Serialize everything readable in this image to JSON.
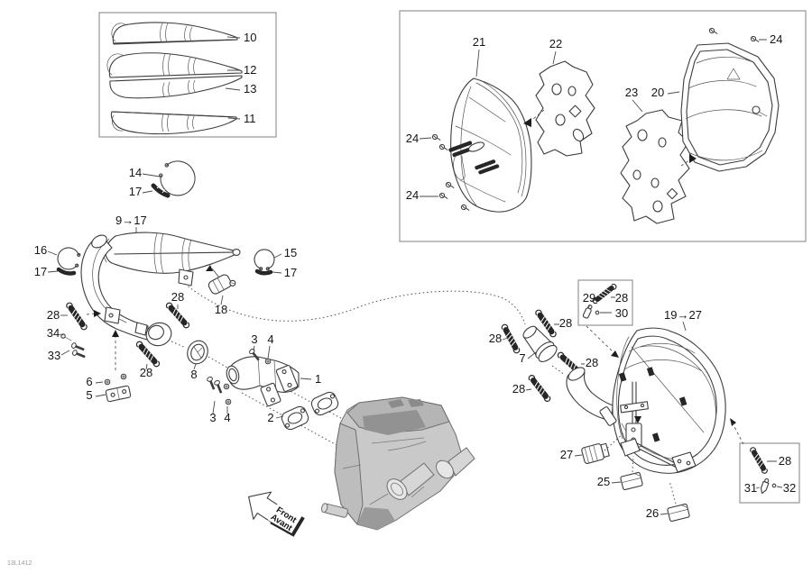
{
  "page": {
    "background": "#ffffff",
    "ink": "#3c3c3c",
    "hardware_dark": "#262626",
    "engine_gray": "#c9c9c9"
  },
  "figure": {
    "doc_code": "13L1412",
    "front_arrow": {
      "line1": "Front",
      "line2": "Avant"
    }
  },
  "callouts": [
    {
      "part": "muffler-half-top",
      "text": "10"
    },
    {
      "part": "muffler-half-upper-middle",
      "text": "12"
    },
    {
      "part": "muffler-half-lower-middle",
      "text": "13"
    },
    {
      "part": "muffler-half-bottom",
      "text": "11"
    },
    {
      "part": "seal-ring-large",
      "text": "14"
    },
    {
      "part": "seal-segment-a",
      "text": "17"
    },
    {
      "part": "tuned-pipe-range",
      "text": "9→17"
    },
    {
      "part": "c-ring-left",
      "text": "16"
    },
    {
      "part": "seal-segment-b",
      "text": "17"
    },
    {
      "part": "c-ring-right",
      "text": "15"
    },
    {
      "part": "seal-segment-c",
      "text": "17"
    },
    {
      "part": "clamp-sensor",
      "text": "18"
    },
    {
      "part": "spring-pipe-left",
      "text": "28"
    },
    {
      "part": "screw-small",
      "text": "34"
    },
    {
      "part": "bolt-pair",
      "text": "33"
    },
    {
      "part": "spring-pipe-top",
      "text": "28"
    },
    {
      "part": "spring-pipe-bottom",
      "text": "28"
    },
    {
      "part": "nut-bracket",
      "text": "6"
    },
    {
      "part": "support-bracket",
      "text": "5"
    },
    {
      "part": "gasket-ring",
      "text": "8"
    },
    {
      "part": "bolt-upper",
      "text": "3"
    },
    {
      "part": "nut-upper",
      "text": "4"
    },
    {
      "part": "exhaust-manifold",
      "text": "1"
    },
    {
      "part": "bolt-lower",
      "text": "3"
    },
    {
      "part": "nut-lower",
      "text": "4"
    },
    {
      "part": "manifold-gasket",
      "text": "2"
    },
    {
      "part": "heat-shield-left",
      "text": "21"
    },
    {
      "part": "insulation-left",
      "text": "22"
    },
    {
      "part": "screw-24-top-right",
      "text": "24"
    },
    {
      "part": "insulation-right",
      "text": "23"
    },
    {
      "part": "heat-shield-right",
      "text": "20"
    },
    {
      "part": "screw-24-left-upper",
      "text": "24"
    },
    {
      "part": "screw-24-left-lower",
      "text": "24"
    },
    {
      "part": "spring-link",
      "text": "29"
    },
    {
      "part": "spring-inset-top",
      "text": "28"
    },
    {
      "part": "screw-inset-top",
      "text": "30"
    },
    {
      "part": "spring-right-a",
      "text": "28"
    },
    {
      "part": "spring-right-b",
      "text": "28"
    },
    {
      "part": "exhaust-sleeve",
      "text": "7"
    },
    {
      "part": "spring-right-c",
      "text": "28"
    },
    {
      "part": "spring-right-d",
      "text": "28"
    },
    {
      "part": "muffler-range",
      "text": "19→27"
    },
    {
      "part": "rubber-mount",
      "text": "27"
    },
    {
      "part": "clamp-block-a",
      "text": "25"
    },
    {
      "part": "clamp-block-b",
      "text": "26"
    },
    {
      "part": "spring-inset-bottom",
      "text": "28"
    },
    {
      "part": "spring-hook",
      "text": "31"
    },
    {
      "part": "screw-inset-bottom",
      "text": "32"
    }
  ]
}
